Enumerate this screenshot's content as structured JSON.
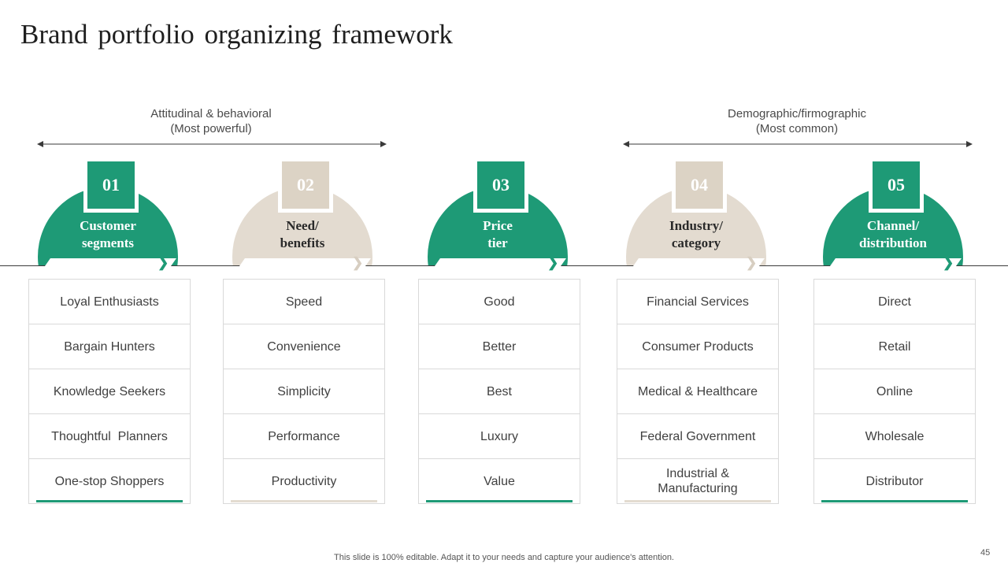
{
  "title": "Brand portfolio organizing framework",
  "groups": [
    {
      "line1": "Attitudinal & behavioral",
      "line2": "(Most powerful)"
    },
    {
      "line1": "Demographic/firmographic",
      "line2": "(Most common)"
    }
  ],
  "colors": {
    "green": "#1e9a76",
    "beige": "#e3dbd0"
  },
  "columns": [
    {
      "number": "01",
      "title1": "Customer",
      "title2": "segments",
      "items": [
        "Loyal Enthusiasts",
        "Bargain Hunters",
        "Knowledge Seekers",
        "Thoughtful  Planners",
        "One-stop Shoppers"
      ]
    },
    {
      "number": "02",
      "title1": "Need/",
      "title2": "benefits",
      "items": [
        "Speed",
        "Convenience",
        "Simplicity",
        "Performance",
        "Productivity"
      ]
    },
    {
      "number": "03",
      "title1": "Price",
      "title2": "tier",
      "items": [
        "Good",
        "Better",
        "Best",
        "Luxury",
        "Value"
      ]
    },
    {
      "number": "04",
      "title1": "Industry/",
      "title2": "category",
      "items": [
        "Financial Services",
        "Consumer Products",
        "Medical & Healthcare",
        "Federal Government",
        "Industrial &",
        "Manufacturing"
      ]
    },
    {
      "number": "05",
      "title1": "Channel/",
      "title2": "distribution",
      "items": [
        "Direct",
        "Retail",
        "Online",
        "Wholesale",
        "Distributor"
      ]
    }
  ],
  "footer": "This slide is 100% editable. Adapt it to your needs and capture your audience's attention.",
  "page_number": "45"
}
